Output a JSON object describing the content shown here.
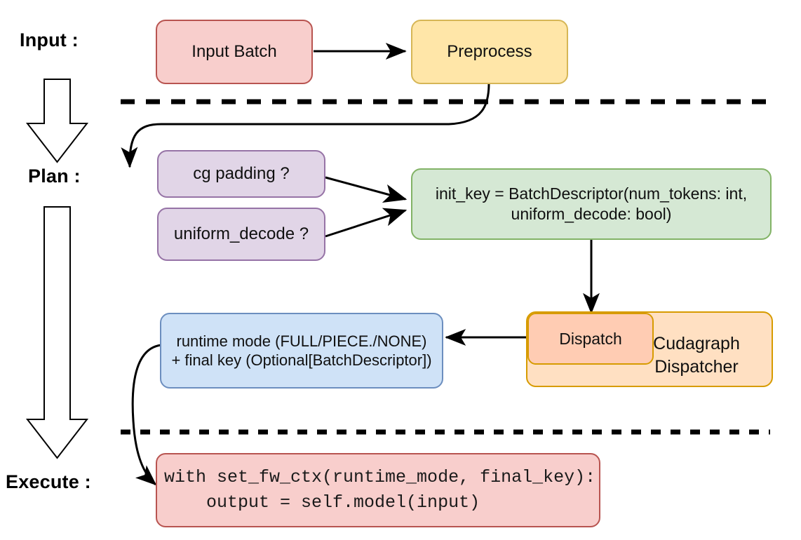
{
  "diagram": {
    "title": "vLLM cudagraph dispatch pipeline",
    "stages": [
      {
        "id": "input",
        "label": "Input :"
      },
      {
        "id": "plan",
        "label": "Plan :"
      },
      {
        "id": "execute",
        "label": "Execute :"
      }
    ],
    "nodes": [
      {
        "id": "input-batch",
        "label": "Input Batch",
        "fill": "#f8cecc",
        "stroke": "#b85450"
      },
      {
        "id": "preprocess",
        "label": "Preprocess",
        "fill": "#ffe6a8",
        "stroke": "#d6b656"
      },
      {
        "id": "cg-padding",
        "label": "cg padding ?",
        "fill": "#e1d5e7",
        "stroke": "#9673a6"
      },
      {
        "id": "uniform-decode",
        "label": "uniform_decode ?",
        "fill": "#e1d5e7",
        "stroke": "#9673a6"
      },
      {
        "id": "init-key",
        "label": "init_key = BatchDescriptor(num_tokens: int,\nuniform_decode: bool)",
        "fill": "#d5e8d4",
        "stroke": "#82b366"
      },
      {
        "id": "cudagraph-dispatcher",
        "label": "Cudagraph\nDispatcher",
        "fill": "#ffe0c2",
        "stroke": "#d79b00"
      },
      {
        "id": "dispatch",
        "label": "Dispatch",
        "fill": "#ffccb3",
        "stroke": "#d79b00"
      },
      {
        "id": "runtime-mode",
        "label": "runtime mode (FULL/PIECE./NONE)\n+ final key (Optional[BatchDescriptor])",
        "fill": "#cfe2f7",
        "stroke": "#6c8ebf"
      },
      {
        "id": "execute-code",
        "label": "with set_fw_ctx(runtime_mode, final_key):\n    output = self.model(input)",
        "fill": "#f8cecc",
        "stroke": "#b85450"
      }
    ],
    "edges": [
      {
        "id": "input-batch-to-preprocess",
        "from": "input-batch",
        "to": "preprocess"
      },
      {
        "id": "preprocess-to-cg-padding",
        "from": "preprocess",
        "to": "cg-padding"
      },
      {
        "id": "cg-padding-to-init-key",
        "from": "cg-padding",
        "to": "init-key"
      },
      {
        "id": "uniform-decode-to-init-key",
        "from": "uniform-decode",
        "to": "init-key"
      },
      {
        "id": "init-key-to-dispatch",
        "from": "init-key",
        "to": "dispatch"
      },
      {
        "id": "dispatch-to-runtime-mode",
        "from": "dispatch",
        "to": "runtime-mode"
      },
      {
        "id": "runtime-mode-to-execute-code",
        "from": "runtime-mode",
        "to": "execute-code"
      }
    ],
    "separators": [
      {
        "id": "input-plan-divider",
        "style": "dashed"
      },
      {
        "id": "plan-execute-divider",
        "style": "dashed"
      }
    ],
    "flow_arrows": [
      {
        "id": "input-to-plan-arrow",
        "direction": "down"
      },
      {
        "id": "plan-to-execute-arrow",
        "direction": "down"
      }
    ],
    "colors": {
      "background": "#ffffff",
      "line": "#000000",
      "text": "#101010"
    }
  }
}
